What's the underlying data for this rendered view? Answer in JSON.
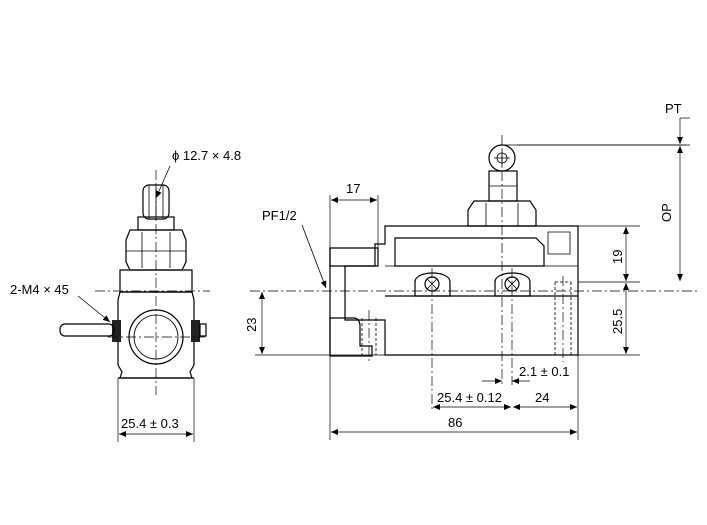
{
  "labels": {
    "roller": "ϕ 12.7 × 4.8",
    "screw": "2-M4 × 45",
    "front_width": "25.4 ± 0.3",
    "conduit": "PF1/2",
    "pt": "PT",
    "op": "OP",
    "dim_17": "17",
    "dim_19": "19",
    "dim_23": "23",
    "dim_25_5": "25.5",
    "dim_2_1": "2.1 ± 0.1",
    "dim_25_4": "25.4 ± 0.12",
    "dim_24": "24",
    "dim_86": "86"
  }
}
